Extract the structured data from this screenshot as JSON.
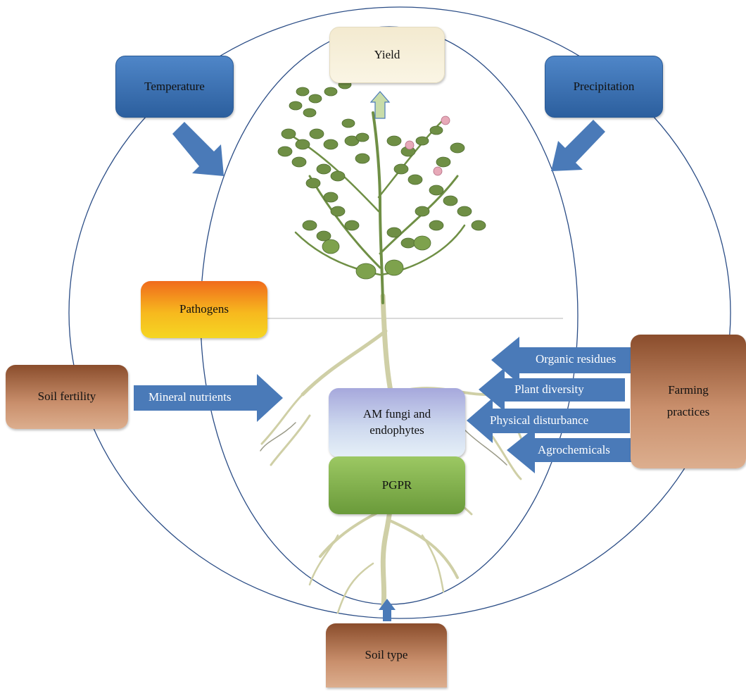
{
  "nodes": {
    "yield": "Yield",
    "temperature": "Temperature",
    "precipitation": "Precipitation",
    "pathogens": "Pathogens",
    "soil_fertility": "Soil fertility",
    "am_fungi_line1": "AM fungi and",
    "am_fungi_line2": "endophytes",
    "pgpr": "PGPR",
    "farming_line1": "Farming",
    "farming_line2": "practices",
    "soil_type": "Soil type"
  },
  "arrows": {
    "mineral_nutrients": "Mineral nutrients",
    "organic_residues": "Organic residues",
    "plant_diversity": "Plant diversity",
    "physical_disturbance": "Physical disturbance",
    "agrochemicals": "Agrochemicals"
  },
  "colors": {
    "arrow_blue": "#4a7ab8",
    "ellipse_stroke": "#2b4d86",
    "plant_leaf": "#6f8f45",
    "root": "#cfcfa6"
  }
}
